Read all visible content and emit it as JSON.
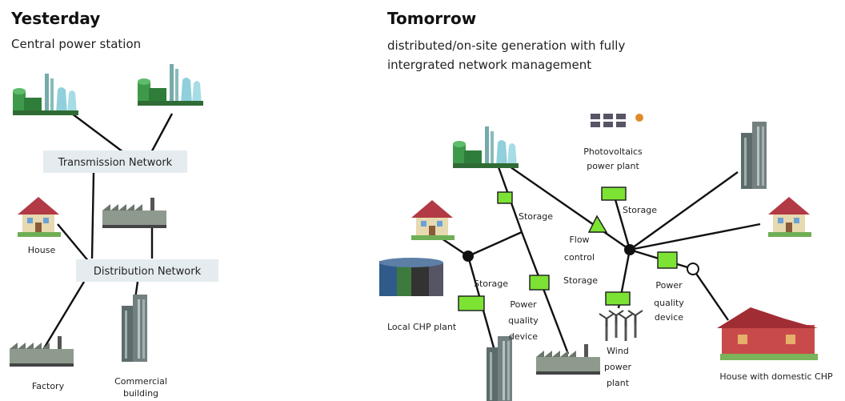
{
  "yesterday": {
    "title": "Yesterday",
    "subtitle": "Central power station",
    "transmission_network": "Transmission Network",
    "distribution_network": "Distribution Network",
    "house": "House",
    "factory": "Factory",
    "commercial_line1": "Commercial",
    "commercial_line2": "building"
  },
  "tomorrow": {
    "title": "Tomorrow",
    "subtitle_line1": "distributed/on-site generation with fully",
    "subtitle_line2": "intergrated network management",
    "pv_line1": "Photovoltaics",
    "pv_line2": "power plant",
    "storage_top": "Storage",
    "storage_right_top": "Storage",
    "storage_left": "Storage",
    "storage_mid": "Storage",
    "flow_line1": "Flow",
    "flow_line2": "control",
    "pq_right_1": "Power",
    "pq_right_2": "quality",
    "pq_right_3": "device",
    "pq_left_1": "Power",
    "pq_left_2": "quality",
    "pq_left_3": "device",
    "local_chp": "Local CHP plant",
    "wind_1": "Wind",
    "wind_2": "power",
    "wind_3": "plant",
    "house_chp": "House with domestic CHP"
  },
  "colors": {
    "storage_fill": "#7ce234",
    "network_box": "#e5ecef",
    "plant_green": "#3e9a4a",
    "tower_blue": "#8fd0dc"
  }
}
